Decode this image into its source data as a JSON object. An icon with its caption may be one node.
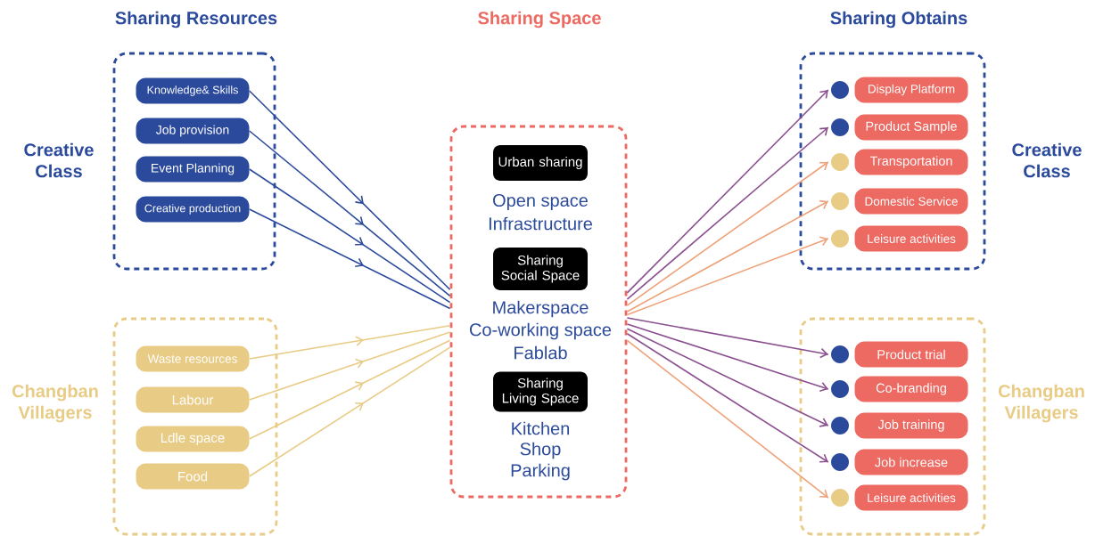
{
  "diagram": {
    "nodes": [
      {
        "text": [],
        "shape": "box",
        "beside": [
          "Creative Class"
        ]
      },
      {
        "text": [
          "Knowledge& Skills"
        ],
        "in": 0
      },
      {
        "text": [
          "Job provision"
        ],
        "in": 0
      },
      {
        "text": [
          "Event Planning"
        ],
        "in": 0
      },
      {
        "text": [
          "Creative production"
        ],
        "in": 0
      },
      {
        "text": [],
        "shape": "box",
        "beside": [
          "Changban Villagers"
        ]
      },
      {
        "text": [
          "Waste resources"
        ],
        "in": 5
      },
      {
        "text": [
          "Labour"
        ],
        "in": 5
      },
      {
        "text": [
          "Ldle space"
        ],
        "in": 5
      },
      {
        "text": [
          "Food"
        ],
        "in": 5
      },
      {
        "text": [],
        "shape": "box"
      },
      {
        "text": [
          "Urban sharing"
        ],
        "in": 10,
        "beside": [
          "Open space",
          "Infrastructure"
        ]
      },
      {
        "text": [
          "Sharing Social Space"
        ],
        "in": 10,
        "beside": [
          "Makerspace",
          "Co-working space",
          "Fablab"
        ]
      },
      {
        "text": [
          "Sharing Living Space"
        ],
        "in": 10,
        "beside": [
          "Kitchen",
          "Shop",
          "Parking"
        ]
      },
      {
        "text": [],
        "shape": "box",
        "beside": [
          "Creative Class"
        ]
      },
      {
        "text": [],
        "shape": "circle",
        "in": 14
      },
      {
        "text": [
          "Display Platform"
        ],
        "in": 14
      },
      {
        "text": [],
        "shape": "circle",
        "in": 14
      },
      {
        "text": [
          "Product Sample"
        ],
        "in": 14
      },
      {
        "text": [],
        "shape": "circle",
        "in": 14
      },
      {
        "text": [
          "Transportation"
        ],
        "in": 14
      },
      {
        "text": [],
        "shape": "circle",
        "in": 14
      },
      {
        "text": [
          "Domestic Service"
        ],
        "in": 14
      },
      {
        "text": [],
        "shape": "circle",
        "in": 14
      },
      {
        "text": [
          "Leisure activities"
        ],
        "in": 14
      },
      {
        "text": [],
        "shape": "box",
        "beside": [
          "Changban Villagers"
        ]
      },
      {
        "text": [],
        "shape": "circle",
        "in": 25
      },
      {
        "text": [
          "Product trial"
        ],
        "in": 25
      },
      {
        "text": [],
        "shape": "circle",
        "in": 25
      },
      {
        "text": [
          "Co-branding"
        ],
        "in": 25
      },
      {
        "text": [],
        "shape": "circle",
        "in": 25
      },
      {
        "text": [
          "Job training"
        ],
        "in": 25
      },
      {
        "text": [],
        "shape": "circle",
        "in": 25
      },
      {
        "text": [
          "Job increase"
        ],
        "in": 25
      },
      {
        "text": [],
        "shape": "circle",
        "in": 25
      },
      {
        "text": [
          "Leisure activities"
        ],
        "in": 25
      }
    ],
    "edges": [
      {
        "from": 1,
        "to": 10,
        "arrow": "to",
        "color": "#2b4a9b"
      },
      {
        "from": 2,
        "to": 10,
        "arrow": "to",
        "color": "#2b4a9b"
      },
      {
        "from": 3,
        "to": 10,
        "arrow": "to",
        "color": "#2b4a9b"
      },
      {
        "from": 4,
        "to": 10,
        "arrow": "to",
        "color": "#2b4a9b"
      },
      {
        "from": 6,
        "to": 10,
        "arrow": "to",
        "color": "#e8cb85"
      },
      {
        "from": 7,
        "to": 10,
        "arrow": "to",
        "color": "#e8cb85"
      },
      {
        "from": 8,
        "to": 10,
        "arrow": "to",
        "color": "#e8cb85"
      },
      {
        "from": 9,
        "to": 10,
        "arrow": "to",
        "color": "#e8cb85"
      },
      {
        "from": 10,
        "to": 15,
        "arrow": "to",
        "color": "#8a4f8f"
      },
      {
        "from": 10,
        "to": 17,
        "arrow": "to",
        "color": "#8a4f8f"
      },
      {
        "from": 10,
        "to": 19,
        "arrow": "to",
        "color": "#eea27a"
      },
      {
        "from": 10,
        "to": 21,
        "arrow": "to",
        "color": "#eea27a"
      },
      {
        "from": 10,
        "to": 23,
        "arrow": "to",
        "color": "#eea27a"
      },
      {
        "from": 10,
        "to": 26,
        "arrow": "to",
        "color": "#8a4f8f"
      },
      {
        "from": 10,
        "to": 28,
        "arrow": "to",
        "color": "#8a4f8f"
      },
      {
        "from": 10,
        "to": 30,
        "arrow": "to",
        "color": "#8a4f8f"
      },
      {
        "from": 10,
        "to": 32,
        "arrow": "to",
        "color": "#8a4f8f"
      },
      {
        "from": 10,
        "to": 34,
        "arrow": "to",
        "color": "#eea27a"
      }
    ],
    "labels": [
      "Sharing Resources",
      "Sharing Space",
      "Sharing Obtains"
    ]
  }
}
